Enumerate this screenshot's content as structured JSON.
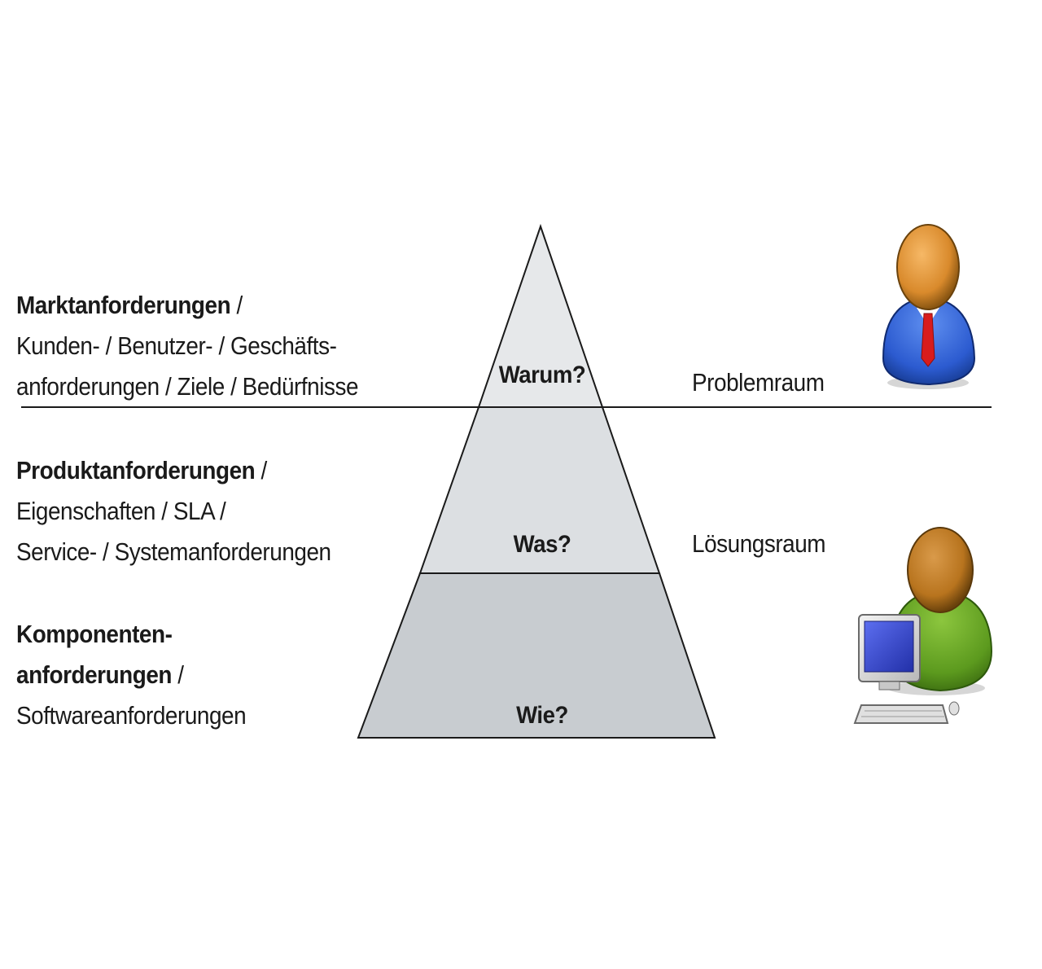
{
  "levels": [
    {
      "bold": "Marktanforderungen",
      "bold_suffix": " /",
      "lines": [
        "Kunden- / Benutzer- / Geschäfts-",
        "anforderungen / Ziele / Bedürfnisse"
      ],
      "question": "Warum?"
    },
    {
      "bold": "Produktanforderungen",
      "bold_suffix": " /",
      "lines": [
        "Eigenschaften / SLA /",
        "Service- / Systemanforderungen"
      ],
      "question": "Was?"
    },
    {
      "bold": "Komponenten-",
      "bold2": "anforderungen",
      "bold_suffix": " /",
      "lines": [
        "Softwareanforderungen"
      ],
      "question": "Wie?"
    }
  ],
  "spaces": {
    "problem": "Problemraum",
    "solution": "Lösungsraum"
  },
  "icons": {
    "business_user": "business-user-icon",
    "computer_user": "computer-user-icon"
  },
  "colors": {
    "pyramid_top": "#e6e8ea",
    "pyramid_middle": "#dcdfe2",
    "pyramid_bottom": "#c8ccd0",
    "divider": "#1a1a1a"
  }
}
